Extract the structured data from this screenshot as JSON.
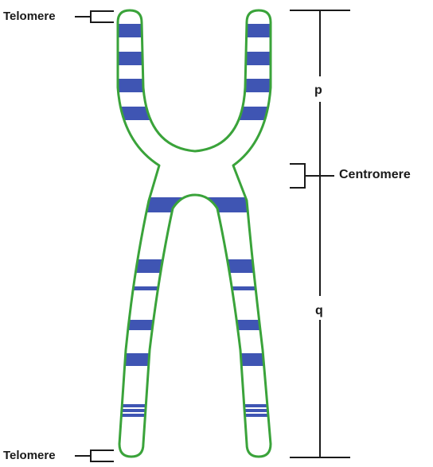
{
  "labels": {
    "telomere_top": "Telomere",
    "telomere_bottom": "Telomere",
    "centromere": "Centromere",
    "p_arm": "p",
    "q_arm": "q"
  },
  "colors": {
    "outline": "#3aa33a",
    "band": "#3f55b3",
    "line": "#1a1a1a",
    "fill": "#ffffff"
  }
}
